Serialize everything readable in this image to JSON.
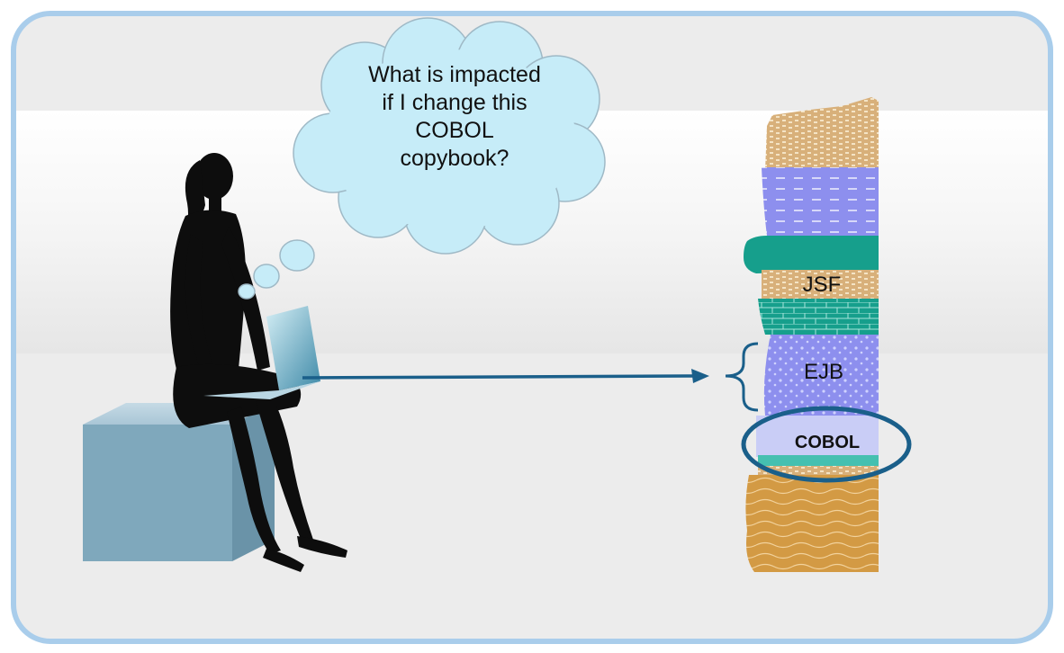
{
  "thought_bubble": {
    "text_lines": [
      "What is impacted",
      "if I change this",
      "COBOL",
      "copybook?"
    ]
  },
  "layers": {
    "jsf": "JSF",
    "ejb": "EJB",
    "cobol": "COBOL"
  },
  "colors": {
    "frame_border": "#a9cdeb",
    "background": "#ececec",
    "cloud_fill": "#c6ecf8",
    "arrow": "#1a5f8a",
    "highlight_ring": "#1a5f8a",
    "layer_blue": "#8d8fee",
    "layer_teal": "#169f8c",
    "layer_tan": "#d8b07a",
    "layer_orange": "#d39a44"
  },
  "icons": [
    "woman-with-laptop-silhouette",
    "cube-seat",
    "thought-cloud",
    "strata-column",
    "curly-brace",
    "arrow"
  ]
}
